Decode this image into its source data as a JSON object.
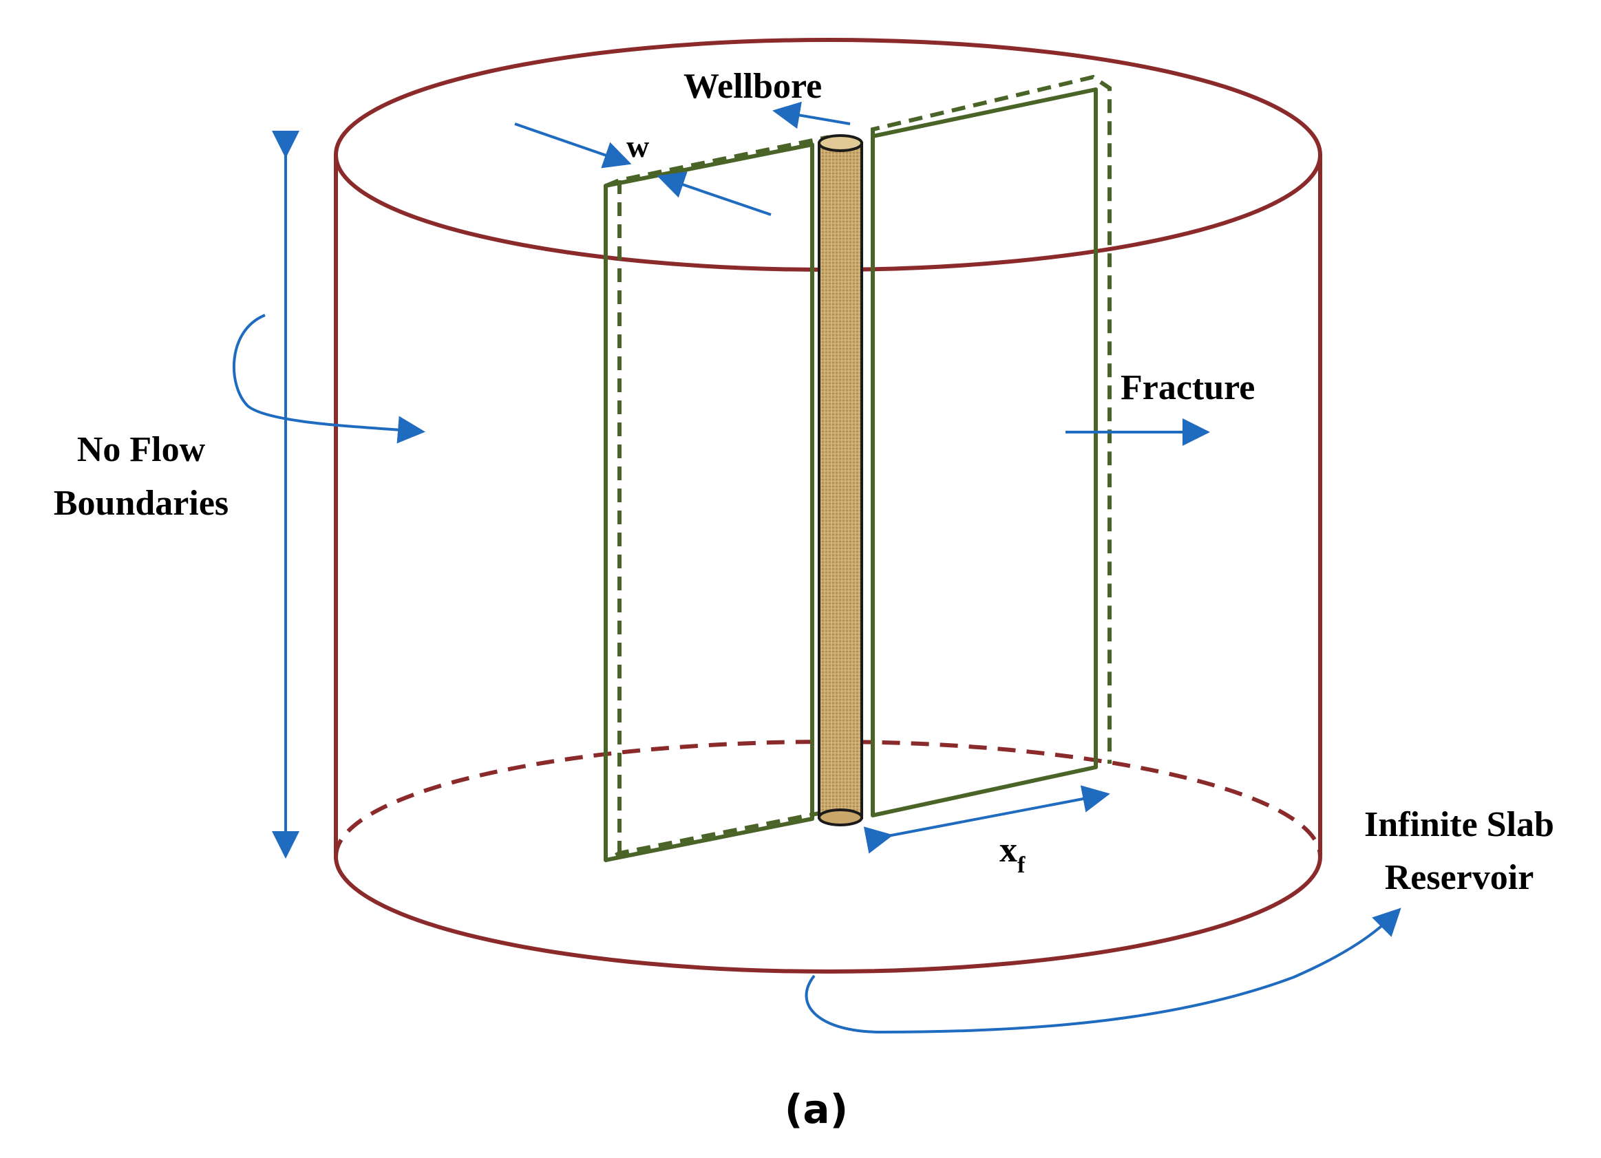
{
  "labels": {
    "wellbore": "Wellbore",
    "width": "w",
    "fracture": "Fracture",
    "no_flow_line1": "No Flow",
    "no_flow_line2": "Boundaries",
    "half_length_base": "x",
    "half_length_sub": "f",
    "slab_line1": "Infinite Slab",
    "slab_line2": "Reservoir",
    "caption": "(a)"
  },
  "colors": {
    "cylinder": "#8b2a2a",
    "fracture": "#4a6428",
    "arrows": "#1f6bbf",
    "wellbore_fill": "#c9a76a"
  }
}
